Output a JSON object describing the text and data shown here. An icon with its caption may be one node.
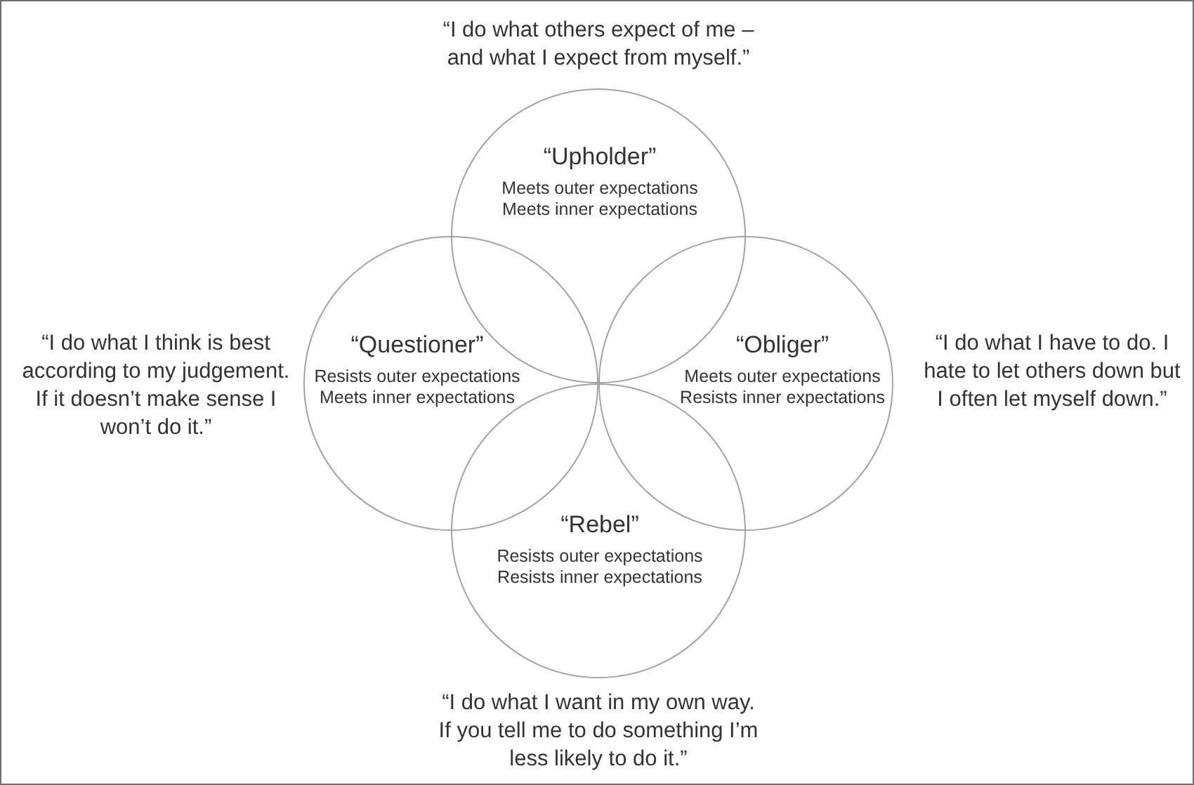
{
  "diagram": {
    "nodes": [
      {
        "text": [
          "“Upholder”",
          "Meets outer expectations",
          "Meets inner expectations"
        ],
        "beside": [
          "“I do what others expect of me – and what I expect from myself.”"
        ]
      },
      {
        "text": [
          "“Questioner”",
          "Resists outer expectations",
          "Meets inner expectations"
        ],
        "beside": [
          "“I do what I think is best according to my judgement. If it doesn’t make sense I won’t do it.”"
        ]
      },
      {
        "text": [
          "“Obliger”",
          "Meets outer expectations",
          "Resists inner expectations"
        ],
        "beside": [
          "“I do what I have to do. I hate to let others down but I often let myself down.”"
        ]
      },
      {
        "text": [
          "“Rebel”",
          "Resists outer expectations",
          "Resists inner expectations"
        ],
        "beside": [
          "“I do what I want in my own way. If you tell me to do something I’m less likely to do it.”"
        ]
      }
    ]
  }
}
